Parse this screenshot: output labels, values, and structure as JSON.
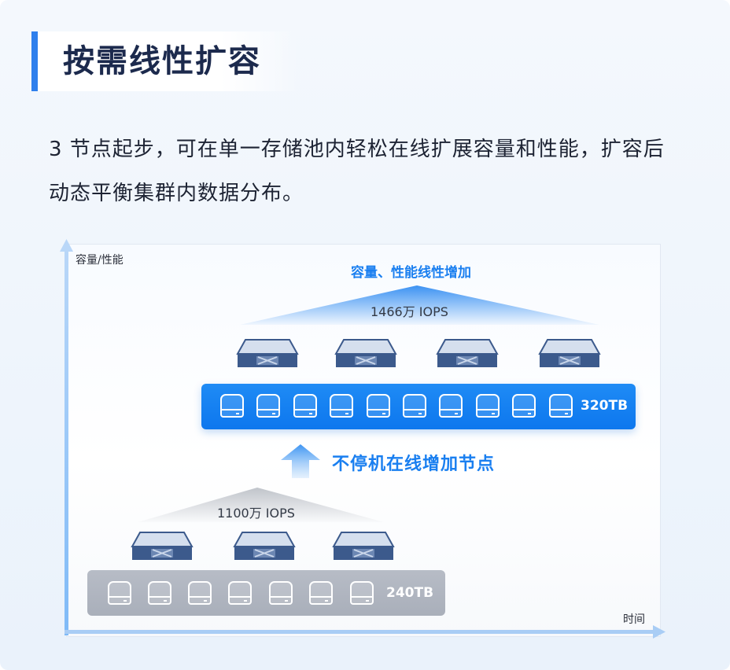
{
  "header": {
    "title": "按需线性扩容"
  },
  "description": "3 节点起步，可在单一存储池内轻松在线扩展容量和性能，扩容后动态平衡集群内数据分布。",
  "diagram": {
    "y_axis_label": "容量/性能",
    "x_axis_label": "时间",
    "top_heading": "容量、性能线性增加",
    "expand_label": "不停机在线增加节点",
    "after": {
      "iops_label": "1466万 IOPS",
      "capacity_label": "320TB",
      "node_count": 4,
      "disk_count": 10
    },
    "before": {
      "iops_label": "1100万 IOPS",
      "capacity_label": "240TB",
      "node_count": 3,
      "disk_count": 7
    }
  },
  "colors": {
    "accent": "#2f80ed",
    "pool_after": "#1a85f2",
    "pool_before": "#aeb4be"
  }
}
